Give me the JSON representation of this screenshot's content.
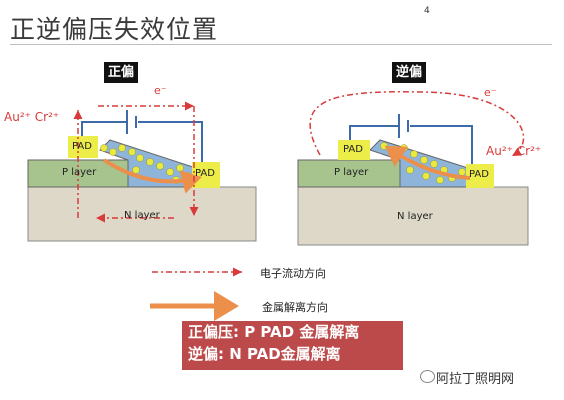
{
  "header": {
    "title": "正逆偏压失效位置",
    "page_number": "4"
  },
  "left_panel": {
    "label": "正偏",
    "ions": "Au²⁺ Cr²⁺",
    "electron": "e⁻",
    "pad_left": "PAD",
    "pad_right": "PAD",
    "p_layer": "P layer",
    "n_layer": "N layer"
  },
  "right_panel": {
    "label": "逆偏",
    "ions": "Au²⁺ Cr²⁺",
    "electron": "e⁻",
    "pad_left": "PAD",
    "pad_right": "PAD",
    "p_layer": "P layer",
    "n_layer": "N layer"
  },
  "legend": {
    "electron_flow": "电子流动方向",
    "metal_flow": "金属解离方向"
  },
  "summary": {
    "line1": "正偏压: P PAD 金属解离",
    "line2": "逆偏: N PAD金属解离"
  },
  "watermark": "阿拉丁照明网",
  "colors": {
    "electron_line": "#d93b3b",
    "metal_arrow": "#ec8f4a",
    "pad": "#eded4a",
    "p_layer": "#a7c38e",
    "n_layer": "#ddd8c8",
    "blue_region": "#8fb4d9",
    "summary_bg": "#bd4a4a"
  }
}
